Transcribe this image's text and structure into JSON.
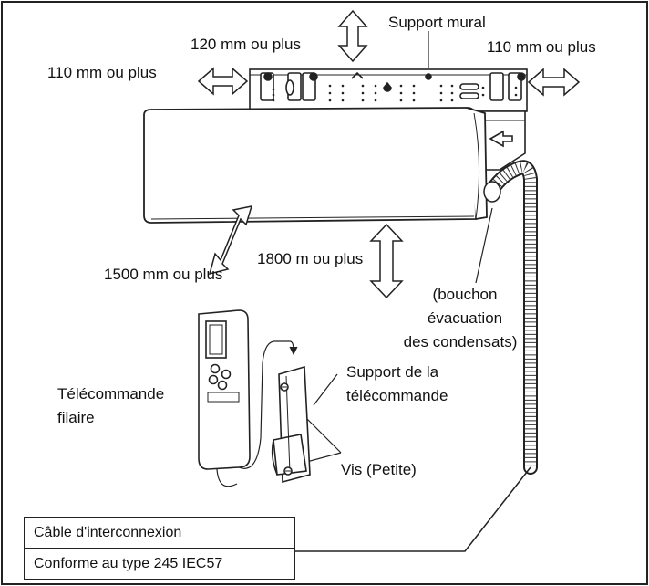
{
  "labels": {
    "wall_support": "Support mural",
    "top_clearance": "120 mm ou plus",
    "left_clearance": "110 mm ou plus",
    "right_clearance": "110 mm ou plus",
    "front_clearance": "1500 mm ou plus",
    "floor_clearance": "1800 m ou plus",
    "drain_plug_1": "(bouchon",
    "drain_plug_2": "évacuation",
    "drain_plug_3": "des condensats)",
    "remote_holder_1": "Support de la",
    "remote_holder_2": "télécommande",
    "wired_remote_1": "Télécommande",
    "wired_remote_2": "filaire",
    "screws": "Vis (Petite)"
  },
  "cable_table": {
    "row1": "Câble d'interconnexion",
    "row2": "Conforme au type 245 IEC57"
  }
}
